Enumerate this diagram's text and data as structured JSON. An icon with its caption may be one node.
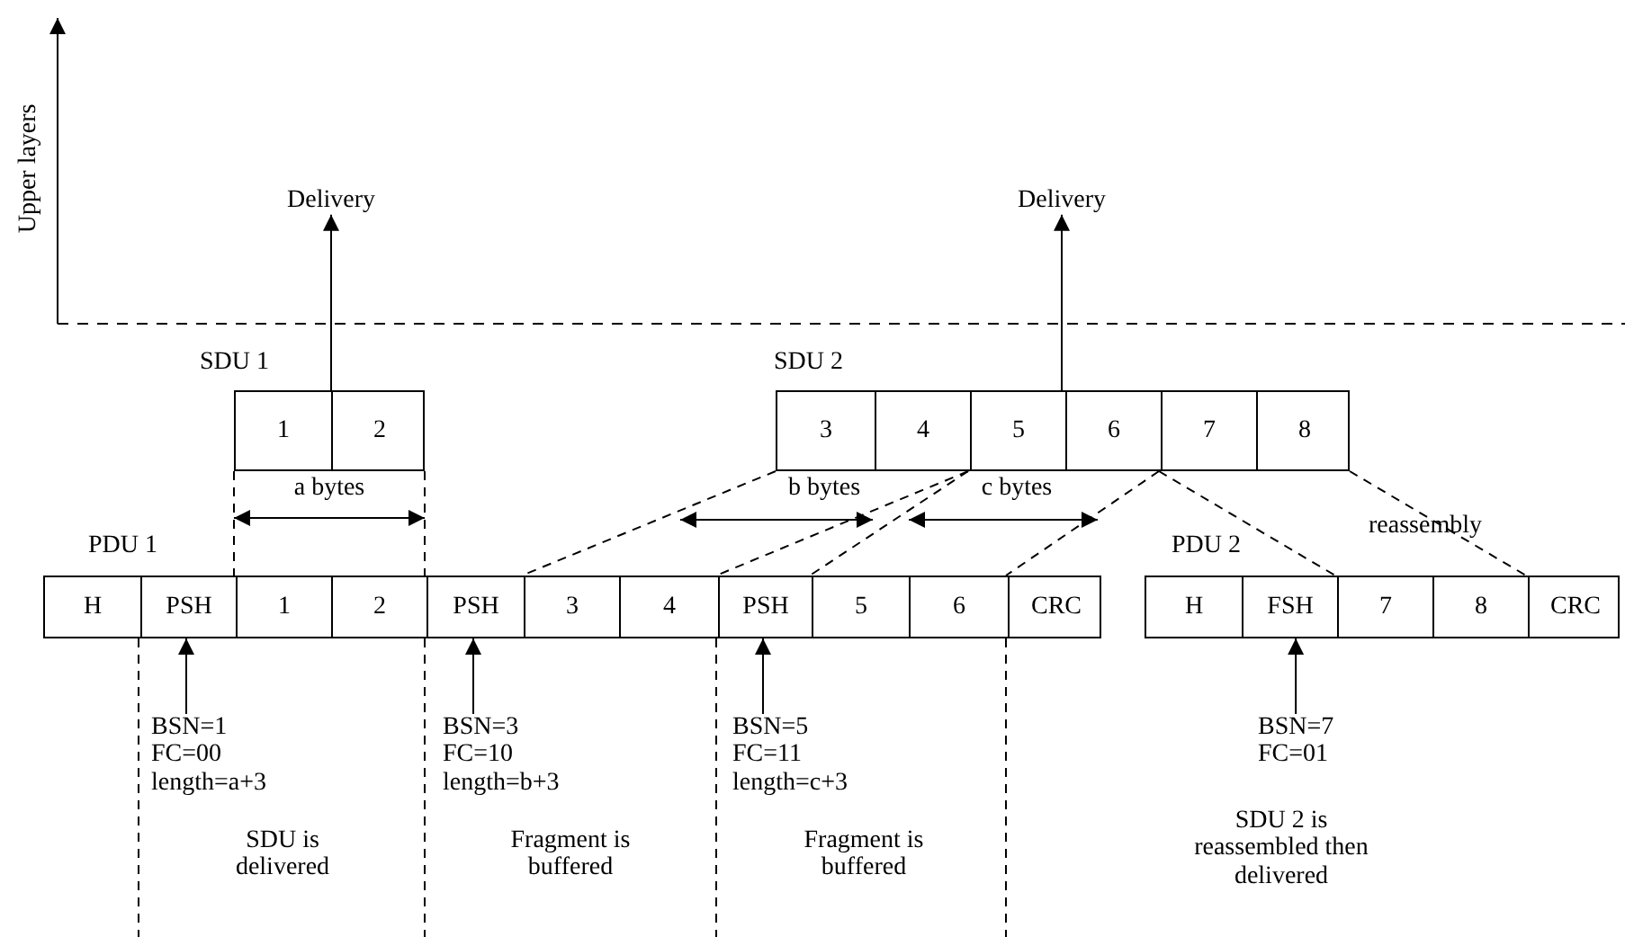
{
  "diagram": {
    "nodes": [
      {
        "text": [
          "Delivery"
        ]
      },
      {
        "text": [
          "Delivery"
        ]
      },
      {
        "text": [
          "SDU 1"
        ]
      },
      {
        "text": [
          "1"
        ],
        "in": 2
      },
      {
        "text": [
          "2"
        ],
        "in": 2
      },
      {
        "text": [
          "SDU 2"
        ]
      },
      {
        "text": [
          "3"
        ],
        "in": 5
      },
      {
        "text": [
          "4"
        ],
        "in": 5
      },
      {
        "text": [
          "5"
        ],
        "in": 5
      },
      {
        "text": [
          "6"
        ],
        "in": 5
      },
      {
        "text": [
          "7"
        ],
        "in": 5
      },
      {
        "text": [
          "8"
        ],
        "in": 5
      },
      {
        "text": [
          "PDU 1"
        ]
      },
      {
        "text": [
          "H"
        ],
        "in": 12
      },
      {
        "text": [
          "PSH"
        ],
        "in": 12
      },
      {
        "text": [
          "1"
        ],
        "in": 12
      },
      {
        "text": [
          "2"
        ],
        "in": 12
      },
      {
        "text": [
          "PSH"
        ],
        "in": 12
      },
      {
        "text": [
          "3"
        ],
        "in": 12
      },
      {
        "text": [
          "4"
        ],
        "in": 12
      },
      {
        "text": [
          "PSH"
        ],
        "in": 12
      },
      {
        "text": [
          "5"
        ],
        "in": 12
      },
      {
        "text": [
          "6"
        ],
        "in": 12
      },
      {
        "text": [
          "CRC"
        ],
        "in": 12
      },
      {
        "text": [
          "PDU 2"
        ]
      },
      {
        "text": [
          "H"
        ],
        "in": 24
      },
      {
        "text": [
          "FSH"
        ],
        "in": 24
      },
      {
        "text": [
          "7"
        ],
        "in": 24
      },
      {
        "text": [
          "8"
        ],
        "in": 24
      },
      {
        "text": [
          "CRC"
        ],
        "in": 24
      },
      {
        "text": [
          "BSN=1 FC=00 length=a+3"
        ]
      },
      {
        "text": [
          "BSN=3 FC=10 length=b+3"
        ]
      },
      {
        "text": [
          "BSN=5 FC=11 length=c+3"
        ]
      },
      {
        "text": [
          "BSN=7 FC=01"
        ]
      }
    ],
    "edges": [
      {
        "from": 2,
        "to": 0,
        "arrow": "to"
      },
      {
        "from": 5,
        "to": 1,
        "arrow": "to"
      },
      {
        "from": 30,
        "to": 14,
        "arrow": "to"
      },
      {
        "from": 31,
        "to": 17,
        "arrow": "to"
      },
      {
        "from": 32,
        "to": 20,
        "arrow": "to"
      },
      {
        "from": 33,
        "to": 26,
        "arrow": "to"
      },
      {
        "from": 3,
        "to": 15,
        "arrow": "none",
        "style": "dashed"
      },
      {
        "from": 4,
        "to": 16,
        "arrow": "none",
        "style": "dashed"
      },
      {
        "from": 6,
        "to": 18,
        "arrow": "none",
        "style": "dashed"
      },
      {
        "from": 7,
        "to": 19,
        "arrow": "none",
        "style": "dashed"
      },
      {
        "from": 8,
        "to": 21,
        "arrow": "none",
        "style": "dashed"
      },
      {
        "from": 9,
        "to": 22,
        "arrow": "none",
        "style": "dashed"
      },
      {
        "from": 10,
        "to": 27,
        "arrow": "none",
        "style": "dashed"
      },
      {
        "from": 11,
        "to": 28,
        "arrow": "none",
        "style": "dashed"
      }
    ],
    "labels": [
      "Upper layers",
      "a bytes",
      "b bytes",
      "c bytes",
      "reassembly",
      "SDU is delivered",
      "Fragment is buffered",
      "Fragment is buffered",
      "SDU 2 is reassembled then delivered"
    ]
  }
}
